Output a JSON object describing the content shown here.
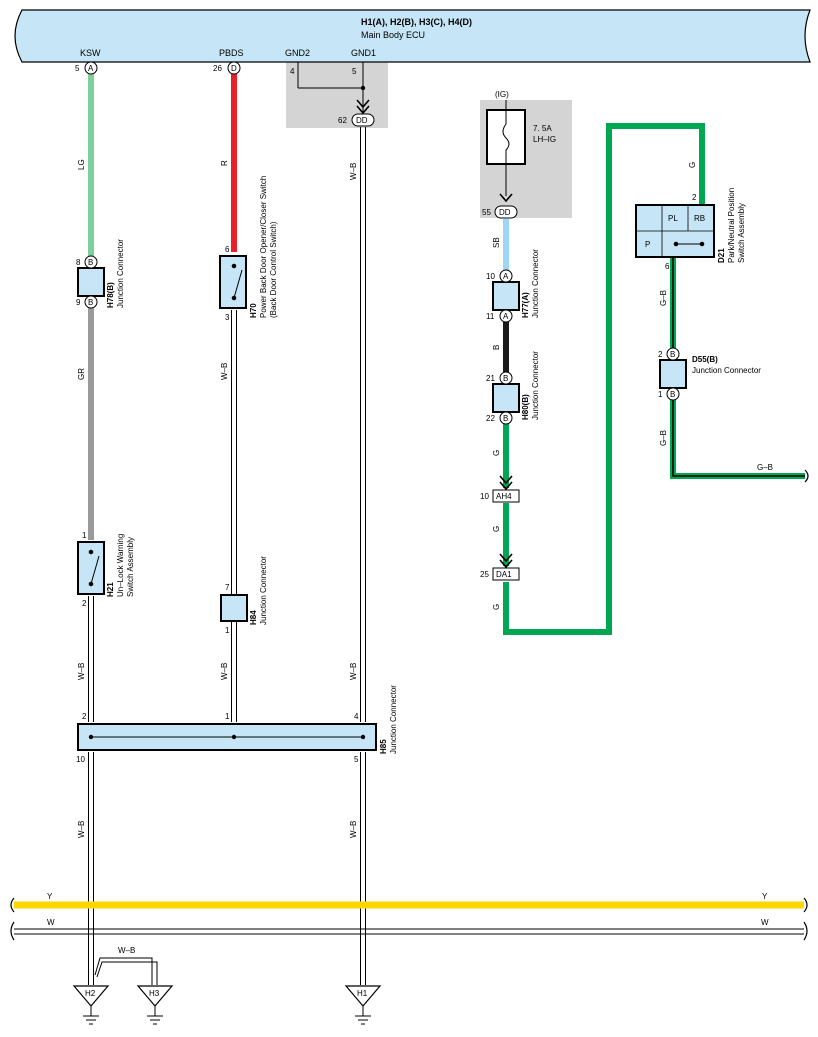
{
  "ecu": {
    "title": "H1(A), H2(B), H3(C), H4(D)",
    "subtitle": "Main Body ECU",
    "pins": [
      {
        "name": "KSW",
        "num": "5",
        "conn": "A"
      },
      {
        "name": "PBDS",
        "num": "26",
        "conn": "D"
      },
      {
        "name": "GND2",
        "num": "4"
      },
      {
        "name": "GND1",
        "num": "5"
      }
    ],
    "dd_num": "62",
    "dd_label": "DD"
  },
  "wire_labels": {
    "lg": "LG",
    "gr": "GR",
    "r": "R",
    "wb": "W–B",
    "sb": "SB",
    "b": "B",
    "g": "G",
    "gb": "G–B",
    "y": "Y",
    "w": "W"
  },
  "fuse": {
    "ig": "(IG)",
    "rating": "7. 5A",
    "name": "LH–IG",
    "out_num": "55",
    "out_conn": "DD"
  },
  "components": {
    "h78": {
      "code": "H78(B)",
      "desc": "Junction Connector",
      "pin_top": "8",
      "pin_bot": "9",
      "conn": "B"
    },
    "h21": {
      "code": "H21",
      "desc1": "Un–Lock Warning",
      "desc2": "Switch Assembly",
      "pin_top": "1",
      "pin_bot": "2"
    },
    "h70": {
      "code": "H70",
      "desc1": "Power Back Door Opener/Closer Switch",
      "desc2": "(Back Door Control Switch)",
      "pin_top": "6",
      "pin_bot": "3"
    },
    "h84": {
      "code": "H84",
      "desc": "Junction Connector",
      "pin_top": "7",
      "pin_bot": "1"
    },
    "h85": {
      "code": "H85",
      "desc": "Junction Connector",
      "pin_2": "2",
      "pin_1": "1",
      "pin_4": "4",
      "pin_10": "10",
      "pin_5": "5"
    },
    "h77": {
      "code": "H77(A)",
      "desc": "Junction Connector",
      "pin_top": "10",
      "pin_bot": "11",
      "conn": "A"
    },
    "h80": {
      "code": "H80(B)",
      "desc": "Junction Connector",
      "pin_top": "21",
      "pin_bot": "22",
      "conn": "B"
    },
    "ah4": {
      "num": "10",
      "label": "AH4"
    },
    "da1": {
      "num": "25",
      "label": "DA1"
    },
    "d21": {
      "code": "D21",
      "desc1": "Park/Neutral Position",
      "desc2": "Switch Assembly",
      "pl": "PL",
      "rb": "RB",
      "p": "P",
      "pin_top": "2",
      "pin_bot": "6"
    },
    "d55": {
      "code": "D55(B)",
      "desc": "Junction Connector",
      "pin_top": "2",
      "pin_bot": "1",
      "conn": "B"
    }
  },
  "grounds": [
    "H2",
    "H3",
    "H1"
  ],
  "colors": {
    "ecu_fill": "#c6e6f8",
    "conn_fill": "#c6e6f8",
    "gray_box": "#d4d4d4",
    "lg": "#7fcf9a",
    "gr": "#9a9a9a",
    "red": "#e8202a",
    "sb": "#9bd6f2",
    "black": "#1a1a1a",
    "green": "#00a651",
    "yellow": "#ffd600"
  }
}
